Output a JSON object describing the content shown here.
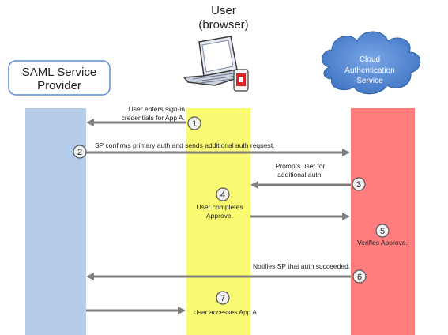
{
  "actors": {
    "user_label_line1": "User",
    "user_label_line2": "(browser)",
    "sp_label_line1": "SAML Service",
    "sp_label_line2": "Provider",
    "cloud_label_line1": "Cloud",
    "cloud_label_line2": "Authentication",
    "cloud_label_line3": "Service"
  },
  "colors": {
    "sp_lane": "#b4cbe9",
    "user_lane": "#fbfb73",
    "cloud_lane": "#ff7d7d",
    "cloud_fill": "#5b8ed6",
    "arrow": "#7f7f7f"
  },
  "steps": [
    {
      "number": "1",
      "lines": [
        "User enters sign-in",
        "credentials for  App A."
      ]
    },
    {
      "number": "2",
      "lines": [
        "SP confirms primary auth and sends additional auth request."
      ]
    },
    {
      "number": "3",
      "lines": [
        "Prompts user for",
        "additional auth."
      ]
    },
    {
      "number": "4",
      "lines": [
        "User completes",
        "Approve."
      ]
    },
    {
      "number": "5",
      "lines": [
        "Verifies Approve."
      ]
    },
    {
      "number": "6",
      "lines": [
        "Notifies SP that auth succeeded."
      ]
    },
    {
      "number": "7",
      "lines": [
        "User accesses App A."
      ]
    }
  ]
}
